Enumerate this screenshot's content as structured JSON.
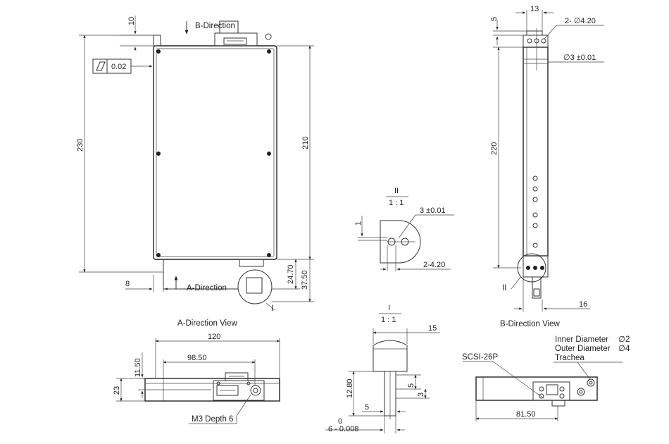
{
  "views": {
    "front": {
      "b_direction_label": "B-Direction",
      "a_direction_label": "A-Direction",
      "flatness_value": "0.02",
      "dim_10": "10",
      "dim_230": "230",
      "dim_210": "210",
      "dim_8": "8",
      "dim_24_70": "24.70",
      "dim_37_50": "37.50",
      "detail_I": "I"
    },
    "side": {
      "dim_13": "13",
      "dim_5": "5",
      "dim_holes": "2- ∅4.20",
      "dim_phi3": "∅3 ±0.01",
      "dim_220": "220",
      "dim_16": "16",
      "detail_II": "II",
      "caption": "B-Direction View"
    },
    "detail2": {
      "title": "II",
      "scale": "1 : 1",
      "dim_1": "1",
      "dim_3": "3 ±0.01",
      "dim_4_20": "2-4.20"
    },
    "detail1": {
      "title": "I",
      "scale": "1 : 1",
      "dim_15": "15",
      "dim_12_80": "12.80",
      "dim_5a": "5",
      "dim_5b": "5",
      "dim_3": "3",
      "tol_upper": "0",
      "tol_lower": "6 - 0.008"
    },
    "a_view": {
      "caption": "A-Direction View",
      "dim_120": "120",
      "dim_98_50": "98.50",
      "dim_11_50": "11.50",
      "dim_23": "23",
      "callout_m3": "M3 Depth 6"
    },
    "b_view": {
      "callout_scsi": "SCSI-26P",
      "inner_label": "Inner Diameter",
      "inner_value": "∅2",
      "outer_label": "Outer Diameter",
      "outer_value": "∅4",
      "trachea_label": "Trachea",
      "dim_81_50": "81.50"
    }
  }
}
